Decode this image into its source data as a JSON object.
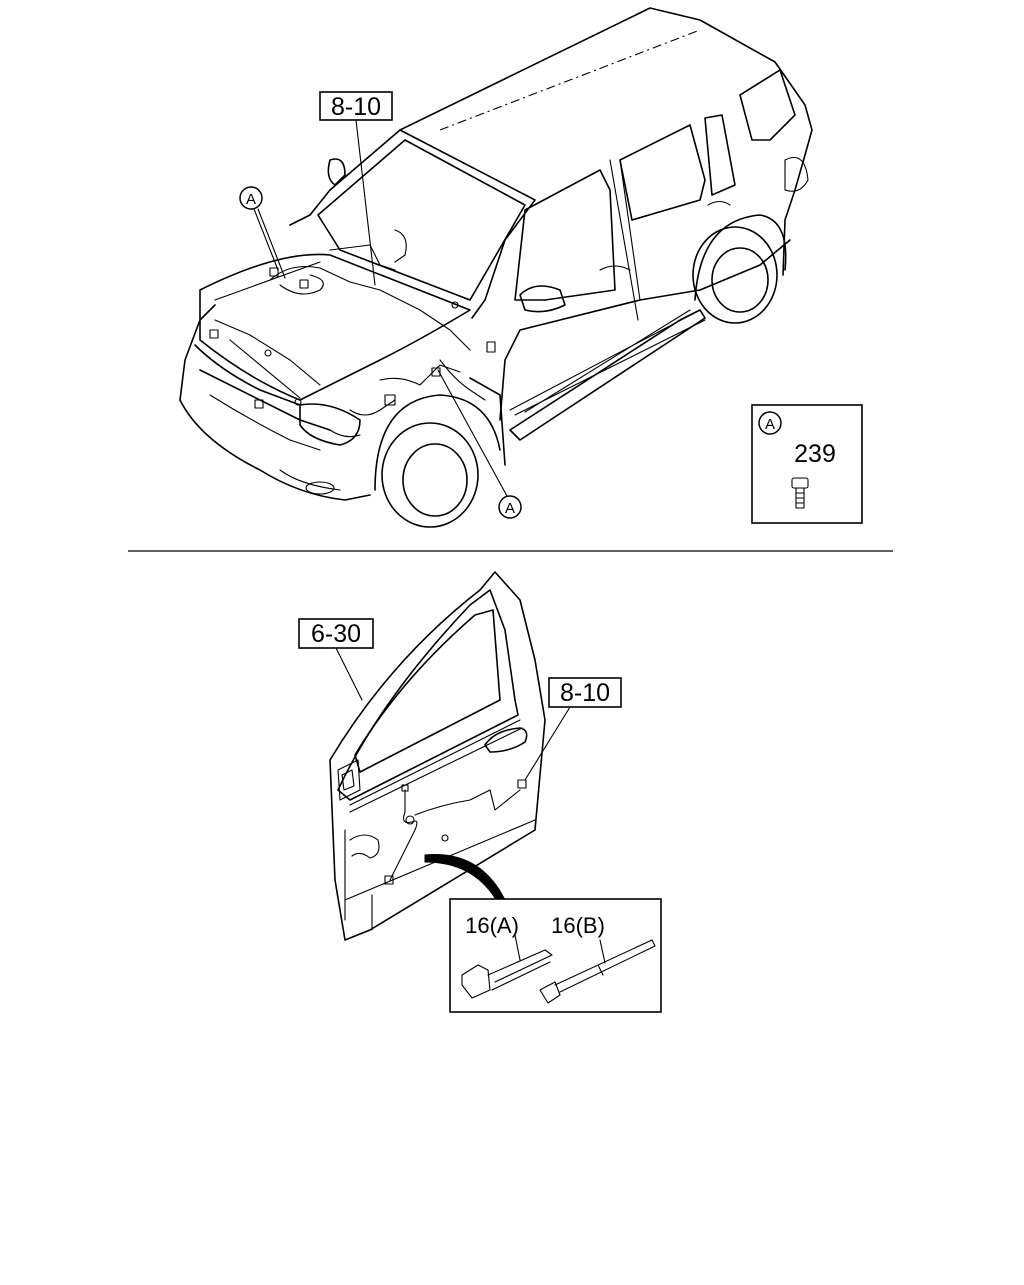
{
  "top_view": {
    "callouts": {
      "harness_ref": "8-10",
      "clip_marker_upper": "A",
      "clip_marker_lower": "A"
    },
    "legend": {
      "marker": "A",
      "part_number": "239",
      "part_icon": "bolt-icon"
    }
  },
  "bottom_view": {
    "callouts": {
      "door_ref": "6-30",
      "harness_ref": "8-10"
    },
    "detail_box": {
      "part_a_label": "16(A)",
      "part_b_label": "16(B)",
      "part_a_icon": "clip-tie-icon",
      "part_b_icon": "cable-tie-icon"
    }
  }
}
